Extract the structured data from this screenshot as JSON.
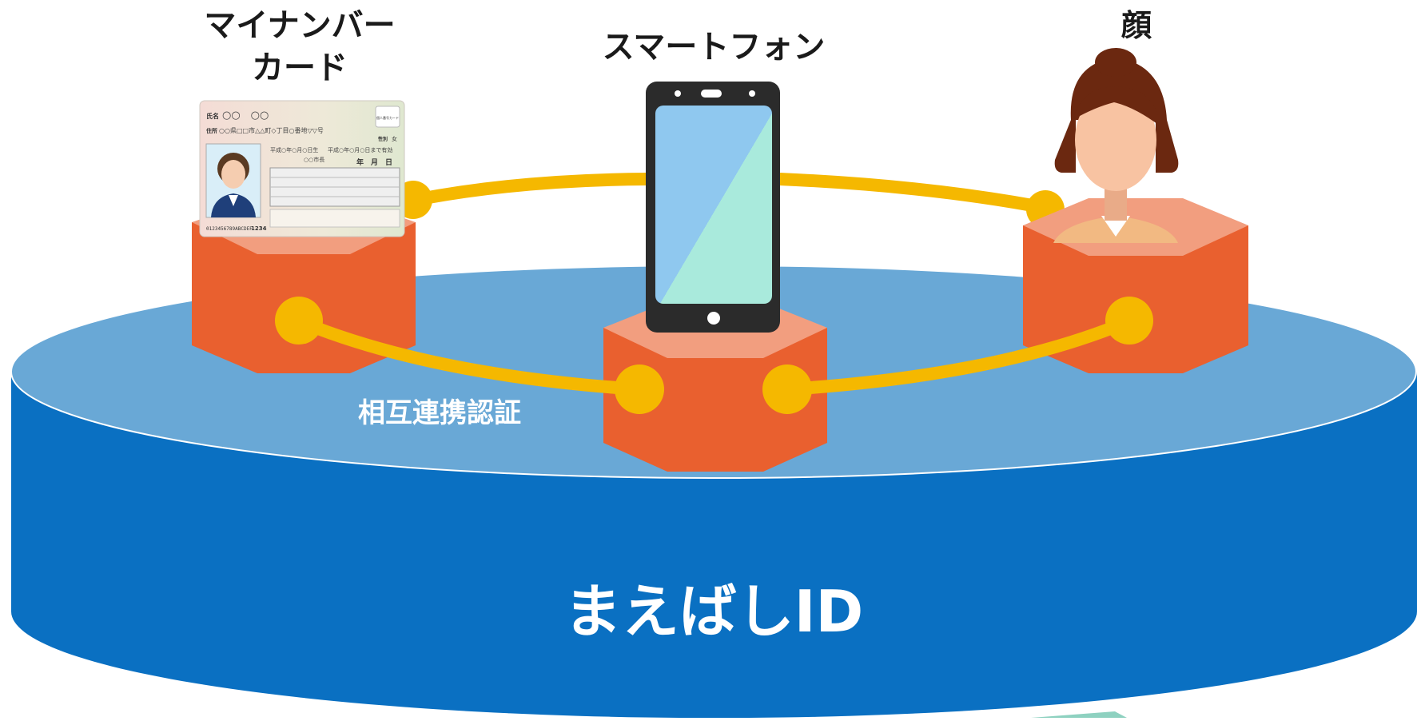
{
  "diagram": {
    "nodes": {
      "mynumber_card": {
        "label_line1": "マイナンバー",
        "label_line2": "カード"
      },
      "smartphone": {
        "label": "スマートフォン"
      },
      "face": {
        "label": "顔"
      }
    },
    "link_label": "相互連携認証",
    "platform_label": "まえばしID"
  },
  "card_image": {
    "name_field": "氏名",
    "name_value": "○○　○○",
    "address_field": "住所",
    "address_value": "○○県□□市△△町◇丁目○番地▽▽号",
    "sex_field": "性別",
    "sex_value": "女",
    "badge": "個人番号カード",
    "birth": "平成○年○月○日生",
    "valid": "平成○年○月○日まで有効",
    "mayor": "○○市長",
    "date_header": "年　月　日",
    "number": "0123456789ABCDEF",
    "pin": "1234"
  },
  "colors": {
    "platform_top": "#69a8d6",
    "platform_side": "#0a70c2",
    "pedestal_front": "#e9602f",
    "pedestal_top": "#f29e7f",
    "connector": "#f5b800",
    "phone_body": "#2b2b2b",
    "phone_screen_a": "#8fc8ef",
    "phone_screen_b": "#a9eadc",
    "hair": "#6b2810",
    "skin": "#f8c3a2"
  }
}
